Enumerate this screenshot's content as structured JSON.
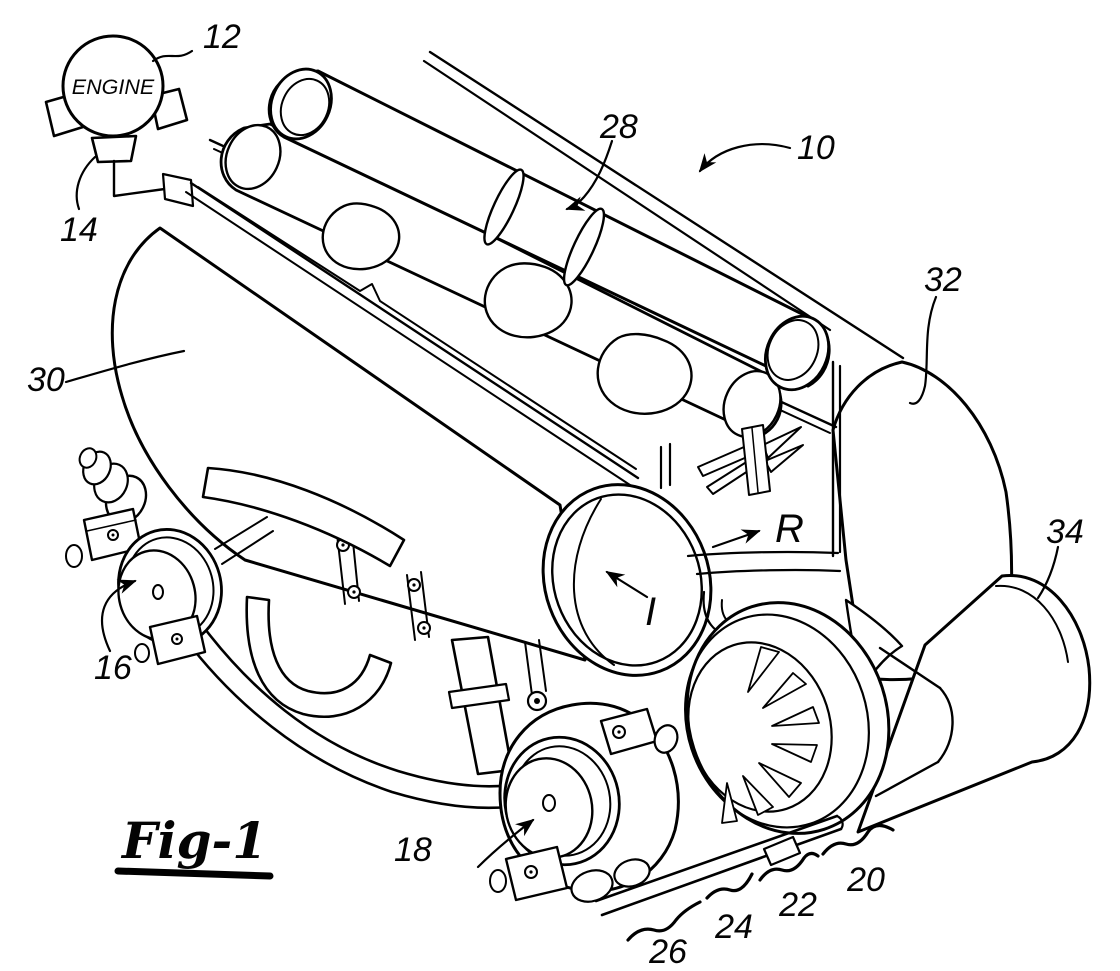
{
  "figure": {
    "caption": "Fig-1",
    "engine_label": "ENGINE",
    "direction_labels": {
      "rotation": "R",
      "inlet": "I"
    },
    "reference_numerals": {
      "n10": "10",
      "n12": "12",
      "n14": "14",
      "n16": "16",
      "n18": "18",
      "n20": "20",
      "n22": "22",
      "n24": "24",
      "n26": "26",
      "n28": "28",
      "n30": "30",
      "n32": "32",
      "n34": "34"
    },
    "colors": {
      "ink": "#000000",
      "paper": "#ffffff"
    }
  }
}
